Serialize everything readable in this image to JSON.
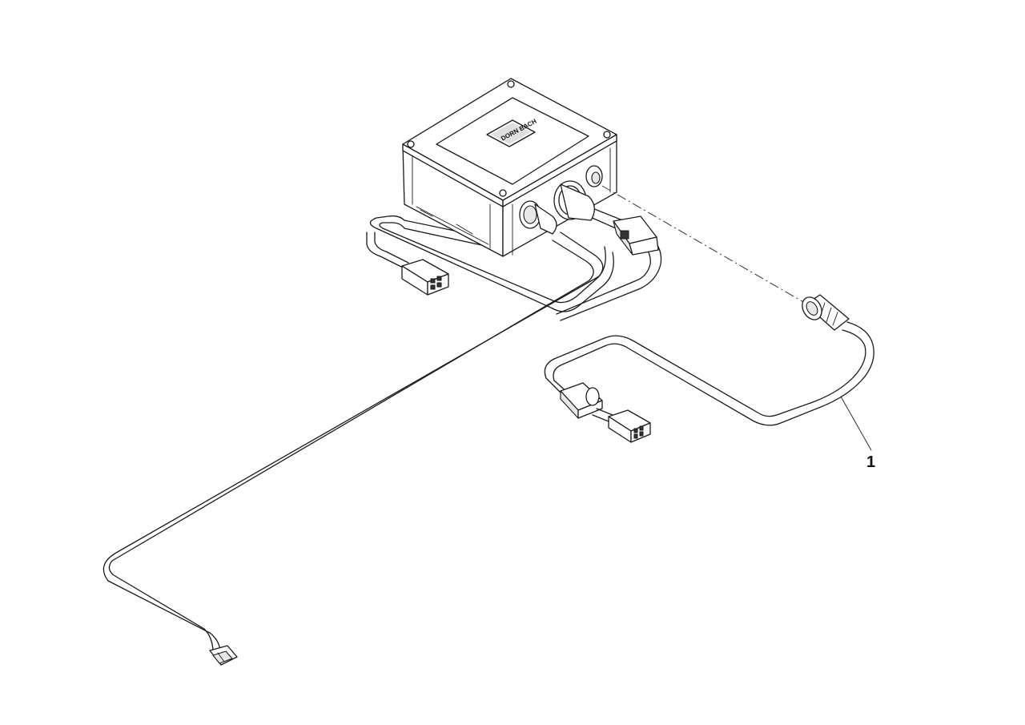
{
  "diagram": {
    "logo_text": "DORN BACH",
    "callouts": [
      {
        "label": "1",
        "target": "cable-harness-1"
      }
    ]
  }
}
